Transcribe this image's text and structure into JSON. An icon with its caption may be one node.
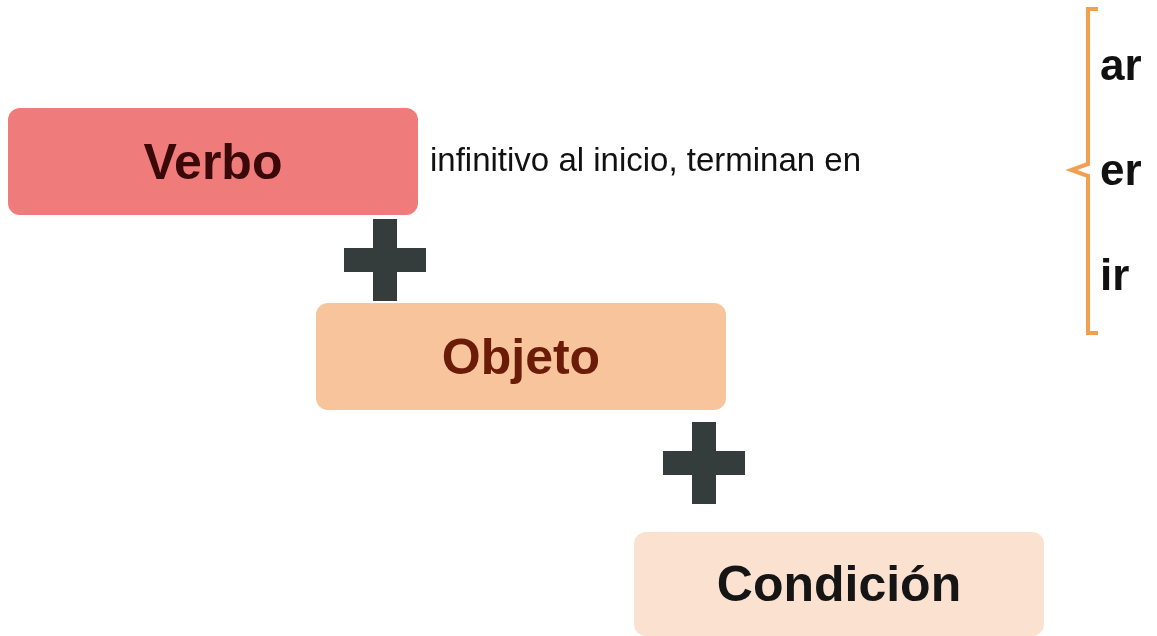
{
  "diagram": {
    "nodes": [
      {
        "text": [
          "Verbo"
        ],
        "beside": [
          "infinitivo al inicio, terminan en"
        ]
      },
      {
        "text": [],
        "shape": "plus"
      },
      {
        "text": [
          "Objeto"
        ]
      },
      {
        "text": [],
        "shape": "plus"
      },
      {
        "text": [
          "Condición"
        ]
      }
    ],
    "labels": [
      "ar",
      "er",
      "ir"
    ]
  }
}
